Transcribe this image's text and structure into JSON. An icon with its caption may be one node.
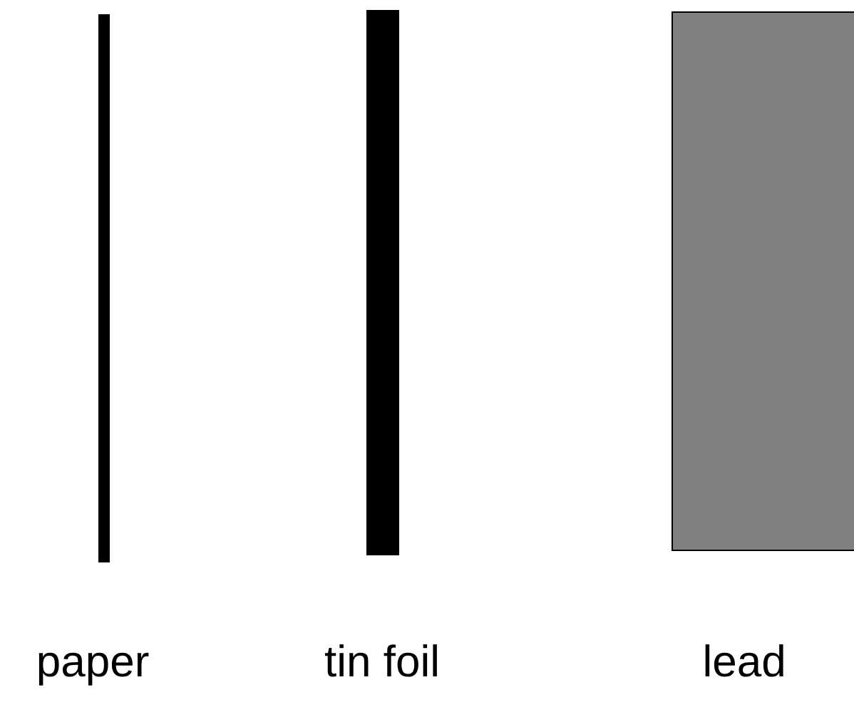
{
  "diagram": {
    "nodes": [
      {
        "text": [
          "paper"
        ]
      },
      {
        "text": [
          "tin foil"
        ]
      },
      {
        "text": [
          "lead"
        ]
      }
    ]
  }
}
